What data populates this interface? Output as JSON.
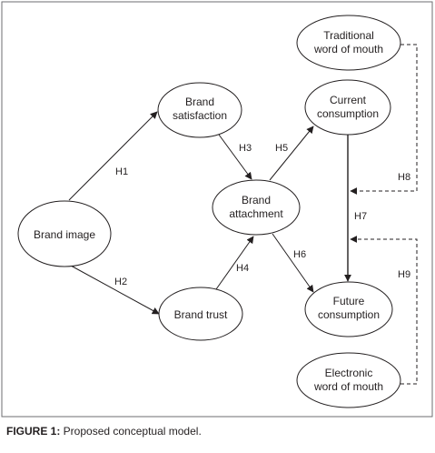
{
  "nodes": {
    "brand_image": [
      "Brand image"
    ],
    "brand_satisfaction": [
      "Brand",
      "satisfaction"
    ],
    "brand_trust": [
      "Brand trust"
    ],
    "brand_attachment": [
      "Brand",
      "attachment"
    ],
    "current_consumption": [
      "Current",
      "consumption"
    ],
    "future_consumption": [
      "Future",
      "consumption"
    ],
    "traditional_wom": [
      "Traditional",
      "word of mouth"
    ],
    "electronic_wom": [
      "Electronic",
      "word of mouth"
    ]
  },
  "hypotheses": {
    "h1": "H1",
    "h2": "H2",
    "h3": "H3",
    "h4": "H4",
    "h5": "H5",
    "h6": "H6",
    "h7": "H7",
    "h8": "H8",
    "h9": "H9"
  },
  "caption": {
    "label": "FIGURE 1:",
    "text": " Proposed conceptual model."
  },
  "colors": {
    "stroke": "#231f20",
    "frame": "#6d6e71"
  }
}
